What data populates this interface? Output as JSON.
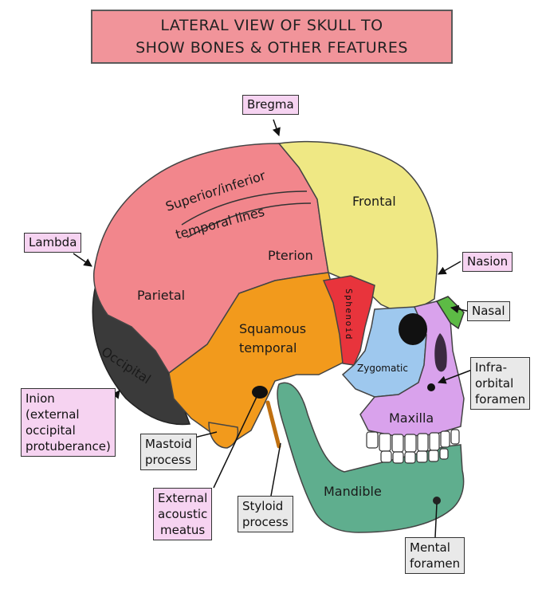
{
  "title": {
    "line1": "LATERAL VIEW OF SKULL TO",
    "line2": "SHOW BONES & OTHER FEATURES"
  },
  "regions": {
    "superior_inferior": "Superior/inferior",
    "temporal_lines": "temporal lines",
    "frontal": "Frontal",
    "pterion": "Pterion",
    "parietal": "Parietal",
    "squamous": "Squamous",
    "temporal": "temporal",
    "sphenoid": "Sphenoid",
    "zygomatic": "Zygomatic",
    "occipital": "Occipital",
    "maxilla": "Maxilla",
    "mandible": "Mandible"
  },
  "callouts": {
    "bregma": "Bregma",
    "lambda": "Lambda",
    "nasion": "Nasion",
    "nasal": "Nasal",
    "infra_orbital": [
      "Infra-",
      "orbital",
      "foramen"
    ],
    "inion": [
      "Inion",
      "(external",
      "occipital",
      "protuberance)"
    ],
    "mastoid": [
      "Mastoid",
      "process"
    ],
    "external_acoustic": [
      "External",
      "acoustic",
      "meatus"
    ],
    "styloid": [
      "Styloid",
      "process"
    ],
    "mental": [
      "Mental",
      "foramen"
    ]
  },
  "colors": {
    "parietal": "#f2868c",
    "frontal": "#efe884",
    "squamous_temporal": "#f29a1c",
    "sphenoid": "#e8343c",
    "zygomatic": "#9ec8ee",
    "maxilla": "#d9a2ec",
    "nasal": "#5dbb45",
    "mandible": "#5fae8e",
    "occipital": "#3a3a3a",
    "title_bg": "#f1949a",
    "callout_pink": "#f6d3f1",
    "callout_grey": "#e9e9e9"
  }
}
